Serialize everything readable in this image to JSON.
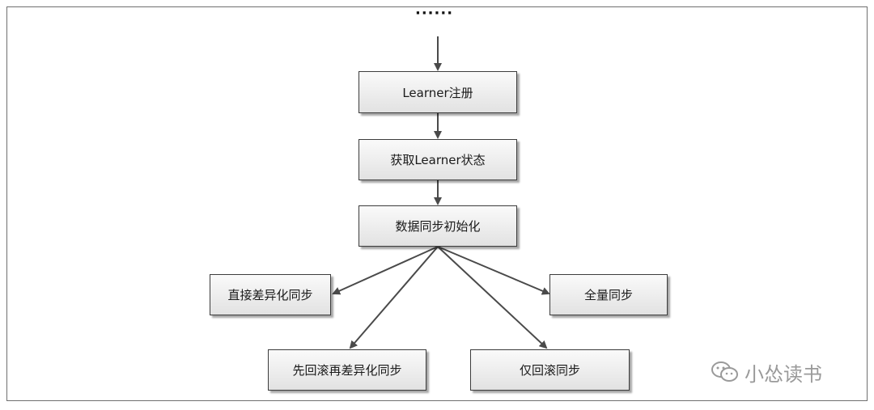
{
  "diagram": {
    "top_ellipsis": "······",
    "nodes": {
      "learner_register": "Learner注册",
      "get_learner_state": "获取Learner状态",
      "data_sync_init": "数据同步初始化",
      "direct_diff_sync": "直接差异化同步",
      "full_sync": "全量同步",
      "rollback_then_diff_sync": "先回滚再差异化同步",
      "rollback_only_sync": "仅回滚同步"
    }
  },
  "watermark": {
    "text": "小怂读书",
    "icon": "wechat-icon"
  }
}
